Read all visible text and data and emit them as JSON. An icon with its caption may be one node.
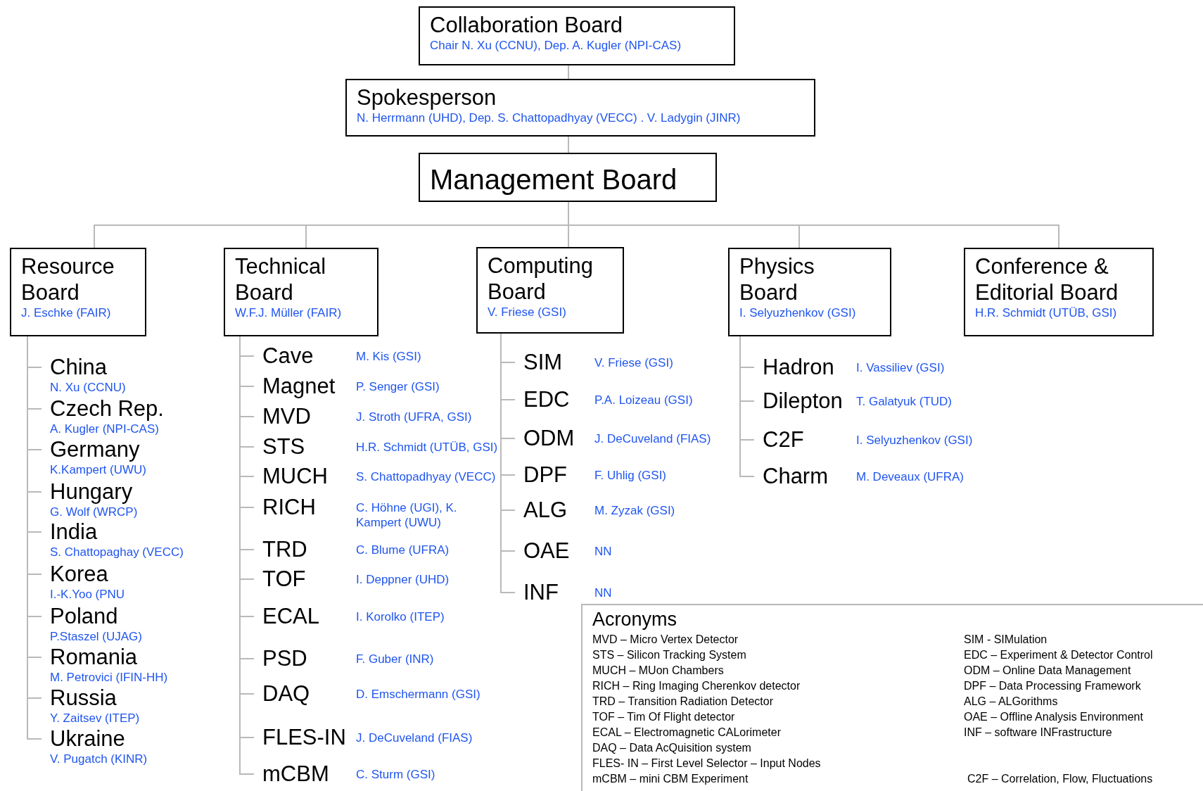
{
  "diagram": {
    "nodes": [
      {
        "text": [
          "Collaboration Board",
          "Chair N. Xu (CCNU), Dep. A. Kugler (NPI-CAS)"
        ]
      },
      {
        "text": [
          "Spokesperson",
          "N. Herrmann (UHD), Dep. S. Chattopadhyay (VECC) . V. Ladygin (JINR)"
        ]
      },
      {
        "text": [
          "Management Board"
        ]
      },
      {
        "text": [
          "Resource Board",
          "J. Eschke (FAIR)"
        ]
      },
      {
        "text": [
          "Technical Board",
          "W.F.J. Müller (FAIR)"
        ]
      },
      {
        "text": [
          "Computing Board",
          "V. Friese (GSI)"
        ]
      },
      {
        "text": [
          "Physics Board",
          "I. Selyuzhenkov (GSI)"
        ]
      },
      {
        "text": [
          "Conference & Editorial Board",
          "H.R. Schmidt (UTÜB, GSI)"
        ]
      },
      {
        "text": [
          "China",
          "N. Xu (CCNU)"
        ]
      },
      {
        "text": [
          "Czech Rep.",
          "A. Kugler (NPI-CAS)"
        ]
      },
      {
        "text": [
          "Germany",
          "K.Kampert (UWU)"
        ]
      },
      {
        "text": [
          "Hungary",
          "G. Wolf (WRCP)"
        ]
      },
      {
        "text": [
          "India",
          "S. Chattopaghay (VECC)"
        ]
      },
      {
        "text": [
          "Korea",
          "I.-K.Yoo (PNU"
        ]
      },
      {
        "text": [
          "Poland",
          "P.Staszel (UJAG)"
        ]
      },
      {
        "text": [
          "Romania",
          "M. Petrovici (IFIN-HH)"
        ]
      },
      {
        "text": [
          "Russia",
          "Y. Zaitsev (ITEP)"
        ]
      },
      {
        "text": [
          "Ukraine",
          "V. Pugatch (KINR)"
        ]
      },
      {
        "text": [
          "Cave",
          "M. Kis (GSI)"
        ]
      },
      {
        "text": [
          "Magnet",
          "P. Senger (GSI)"
        ]
      },
      {
        "text": [
          "MVD",
          "J. Stroth (UFRA, GSI)"
        ]
      },
      {
        "text": [
          "STS",
          "H.R. Schmidt (UTÜB, GSI)"
        ]
      },
      {
        "text": [
          "MUCH",
          "S. Chattopadhyay (VECC)"
        ]
      },
      {
        "text": [
          "RICH",
          "C. Höhne (UGI), K. Kampert (UWU)"
        ]
      },
      {
        "text": [
          "TRD",
          "C. Blume (UFRA)"
        ]
      },
      {
        "text": [
          "TOF",
          "I. Deppner (UHD)"
        ]
      },
      {
        "text": [
          "ECAL",
          "I. Korolko (ITEP)"
        ]
      },
      {
        "text": [
          "PSD",
          "F. Guber (INR)"
        ]
      },
      {
        "text": [
          "DAQ",
          "D. Emschermann (GSI)"
        ]
      },
      {
        "text": [
          "FLES-IN",
          "J. DeCuveland (FIAS)"
        ]
      },
      {
        "text": [
          "mCBM",
          "C. Sturm (GSI)"
        ]
      },
      {
        "text": [
          "SIM",
          "V. Friese (GSI)"
        ]
      },
      {
        "text": [
          "EDC",
          "P.A. Loizeau (GSI)"
        ]
      },
      {
        "text": [
          "ODM",
          "J. DeCuveland (FIAS)"
        ]
      },
      {
        "text": [
          "DPF",
          "F. Uhlig (GSI)"
        ]
      },
      {
        "text": [
          "ALG",
          "M. Zyzak (GSI)"
        ]
      },
      {
        "text": [
          "OAE",
          "NN"
        ]
      },
      {
        "text": [
          "INF",
          "NN"
        ]
      },
      {
        "text": [
          "Hadron",
          "I. Vassiliev (GSI)"
        ]
      },
      {
        "text": [
          "Dilepton",
          "T. Galatyuk (TUD)"
        ]
      },
      {
        "text": [
          "C2F",
          "I. Selyuzhenkov (GSI)"
        ]
      },
      {
        "text": [
          "Charm",
          "M. Deveaux (UFRA)"
        ]
      },
      {
        "text": [
          "Acronyms",
          "MVD – Micro Vertex Detector",
          "STS – Silicon Tracking System",
          "MUCH – MUon Chambers",
          "RICH – Ring Imaging Cherenkov detector",
          "TRD – Transition Radiation Detector",
          "TOF – Tim Of Flight detector",
          "ECAL – Electromagnetic CALorimeter",
          "DAQ – Data AcQuisition system",
          "FLES- IN – First Level Selector – Input Nodes",
          "mCBM – mini CBM Experiment",
          "SIM - SIMulation",
          "EDC – Experiment & Detector Control",
          "ODM – Online Data Management",
          "DPF – Data Processing Framework",
          "ALG – ALGorithms",
          "OAE – Offline Analysis Environment",
          "INF – software INFrastructure",
          "C2F – Correlation, Flow, Fluctuations"
        ]
      }
    ],
    "edges": [
      {
        "from": 0,
        "to": 1,
        "arrow": "none"
      },
      {
        "from": 1,
        "to": 2,
        "arrow": "none"
      },
      {
        "from": 2,
        "to": 3,
        "arrow": "none"
      },
      {
        "from": 2,
        "to": 4,
        "arrow": "none"
      },
      {
        "from": 2,
        "to": 5,
        "arrow": "none"
      },
      {
        "from": 2,
        "to": 6,
        "arrow": "none"
      },
      {
        "from": 2,
        "to": 7,
        "arrow": "none"
      },
      {
        "from": 3,
        "to": 8,
        "arrow": "none"
      },
      {
        "from": 3,
        "to": 9,
        "arrow": "none"
      },
      {
        "from": 3,
        "to": 10,
        "arrow": "none"
      },
      {
        "from": 3,
        "to": 11,
        "arrow": "none"
      },
      {
        "from": 3,
        "to": 12,
        "arrow": "none"
      },
      {
        "from": 3,
        "to": 13,
        "arrow": "none"
      },
      {
        "from": 3,
        "to": 14,
        "arrow": "none"
      },
      {
        "from": 3,
        "to": 15,
        "arrow": "none"
      },
      {
        "from": 3,
        "to": 16,
        "arrow": "none"
      },
      {
        "from": 3,
        "to": 17,
        "arrow": "none"
      },
      {
        "from": 4,
        "to": 18,
        "arrow": "none"
      },
      {
        "from": 4,
        "to": 19,
        "arrow": "none"
      },
      {
        "from": 4,
        "to": 20,
        "arrow": "none"
      },
      {
        "from": 4,
        "to": 21,
        "arrow": "none"
      },
      {
        "from": 4,
        "to": 22,
        "arrow": "none"
      },
      {
        "from": 4,
        "to": 23,
        "arrow": "none"
      },
      {
        "from": 4,
        "to": 24,
        "arrow": "none"
      },
      {
        "from": 4,
        "to": 25,
        "arrow": "none"
      },
      {
        "from": 4,
        "to": 26,
        "arrow": "none"
      },
      {
        "from": 4,
        "to": 27,
        "arrow": "none"
      },
      {
        "from": 4,
        "to": 28,
        "arrow": "none"
      },
      {
        "from": 4,
        "to": 29,
        "arrow": "none"
      },
      {
        "from": 4,
        "to": 30,
        "arrow": "none"
      },
      {
        "from": 5,
        "to": 31,
        "arrow": "none"
      },
      {
        "from": 5,
        "to": 32,
        "arrow": "none"
      },
      {
        "from": 5,
        "to": 33,
        "arrow": "none"
      },
      {
        "from": 5,
        "to": 34,
        "arrow": "none"
      },
      {
        "from": 5,
        "to": 35,
        "arrow": "none"
      },
      {
        "from": 5,
        "to": 36,
        "arrow": "none"
      },
      {
        "from": 5,
        "to": 37,
        "arrow": "none"
      },
      {
        "from": 6,
        "to": 38,
        "arrow": "none"
      },
      {
        "from": 6,
        "to": 39,
        "arrow": "none"
      },
      {
        "from": 6,
        "to": 40,
        "arrow": "none"
      },
      {
        "from": 6,
        "to": 41,
        "arrow": "none"
      }
    ]
  }
}
